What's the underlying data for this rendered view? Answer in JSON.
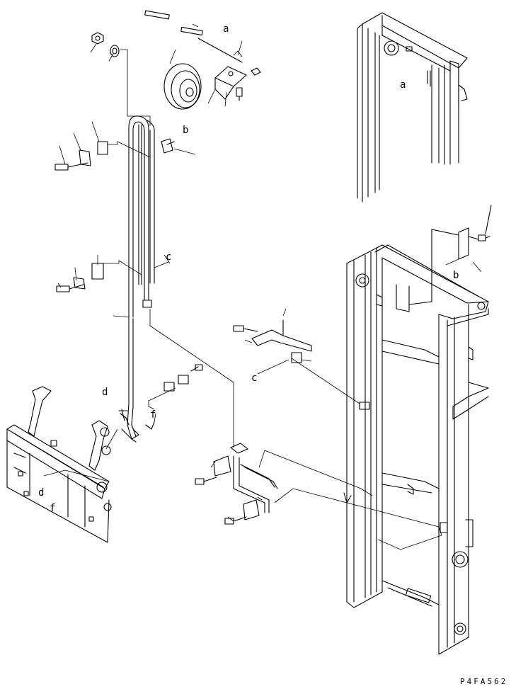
{
  "labels": {
    "a_top": "a",
    "a_mast": "a",
    "b_upper": "b",
    "b_lower": "b",
    "c_upper": "c",
    "c_lower": "c",
    "d_hose": "d",
    "d_carriage": "d",
    "f_upper": "f",
    "f_lower": "f"
  },
  "drawing_code": "P4FA562"
}
